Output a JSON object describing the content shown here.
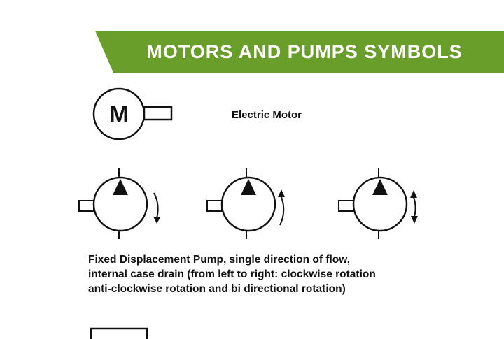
{
  "header": {
    "title": "MOTORS AND PUMPS SYMBOLS",
    "color": "#6a9e2a"
  },
  "motor": {
    "symbol_letter": "M",
    "label": "Electric Motor"
  },
  "pumps": {
    "caption_lines": [
      "Fixed Displacement Pump, single direction of flow,",
      "internal case drain (from left to right: clockwise rotation",
      "anti-clockwise rotation and bi directional rotation)"
    ],
    "symbols": [
      {
        "rotation": "clockwise"
      },
      {
        "rotation": "anti-clockwise"
      },
      {
        "rotation": "bi-directional"
      }
    ]
  },
  "colors": {
    "stroke": "#111111",
    "banner": "#6a9e2a"
  }
}
